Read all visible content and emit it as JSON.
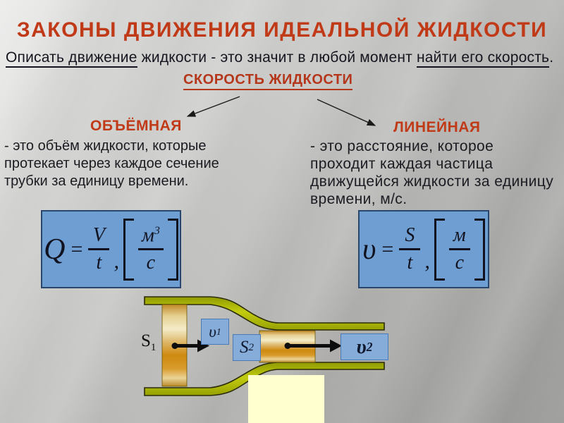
{
  "title": "ЗАКОНЫ ДВИЖЕНИЯ ИДЕАЛЬНОЙ ЖИДКОСТИ",
  "subtitle": {
    "underlined1": "Описать движение",
    "middle": " жидкости - это значит в любой момент ",
    "underlined2": "найти его скорость",
    "tail": "."
  },
  "center_label": "СКОРОСТЬ ЖИДКОСТИ",
  "columns": {
    "left": {
      "heading": "ОБЪЁМНАЯ",
      "lines": [
        "- это объём жидкости, которые",
        "протекает через каждое сечение",
        "трубки за единицу времени."
      ]
    },
    "right": {
      "heading": "ЛИНЕЙНАЯ",
      "lines": [
        "- это расстояние, которое",
        "проходит каждая частица",
        "движущейся жидкости за единицу",
        "времени, м/с."
      ]
    }
  },
  "formulas": {
    "volumetric": {
      "lhs": "Q",
      "eq": "=",
      "num": "V",
      "den": "t",
      "comma": ",",
      "unit_num": "м",
      "unit_sup": "3",
      "unit_den": "с"
    },
    "linear": {
      "lhs": "υ",
      "eq": "=",
      "num": "S",
      "den": "t",
      "comma": ",",
      "unit_num": "м",
      "unit_den": "с"
    }
  },
  "diagram": {
    "s1": "S",
    "s1_sub": "1",
    "v1": "υ",
    "v1_sub": "1",
    "s2": "S",
    "s2_sub": "2",
    "v2": "υ",
    "v2_sub": "2"
  },
  "colors": {
    "accent_red": "#c13a18",
    "text_dark": "#15151f",
    "formula_box_fill": "#6f9ed3",
    "formula_box_border": "#28466e",
    "label_box_fill": "#86add9",
    "label_box_border": "#4a7ab5",
    "pipe_wall_olive": "#a9b307",
    "liquid_orange": "#cf8a10",
    "liquid_cream": "#f2e7c0",
    "note_rect_yellow": "#ffffd0"
  }
}
